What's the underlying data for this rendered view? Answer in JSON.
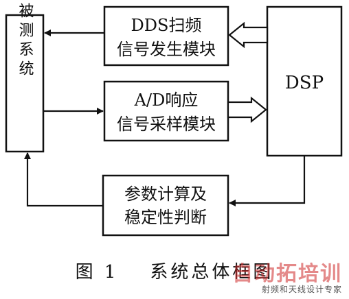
{
  "blocks": {
    "system_under_test": "被测系统",
    "dds": {
      "line1": "DDS扫频",
      "line2": "信号发生模块"
    },
    "adc": {
      "line1": "A/D响应",
      "line2": "信号采样模块"
    },
    "dsp": "DSP",
    "calc": {
      "line1": "参数计算及",
      "line2": "稳定性判断"
    }
  },
  "caption": {
    "figure": "图 1",
    "title": "系统总体框图"
  },
  "watermark": {
    "brand": "自动拓培训",
    "slogan": "射频和天线设计专家"
  }
}
